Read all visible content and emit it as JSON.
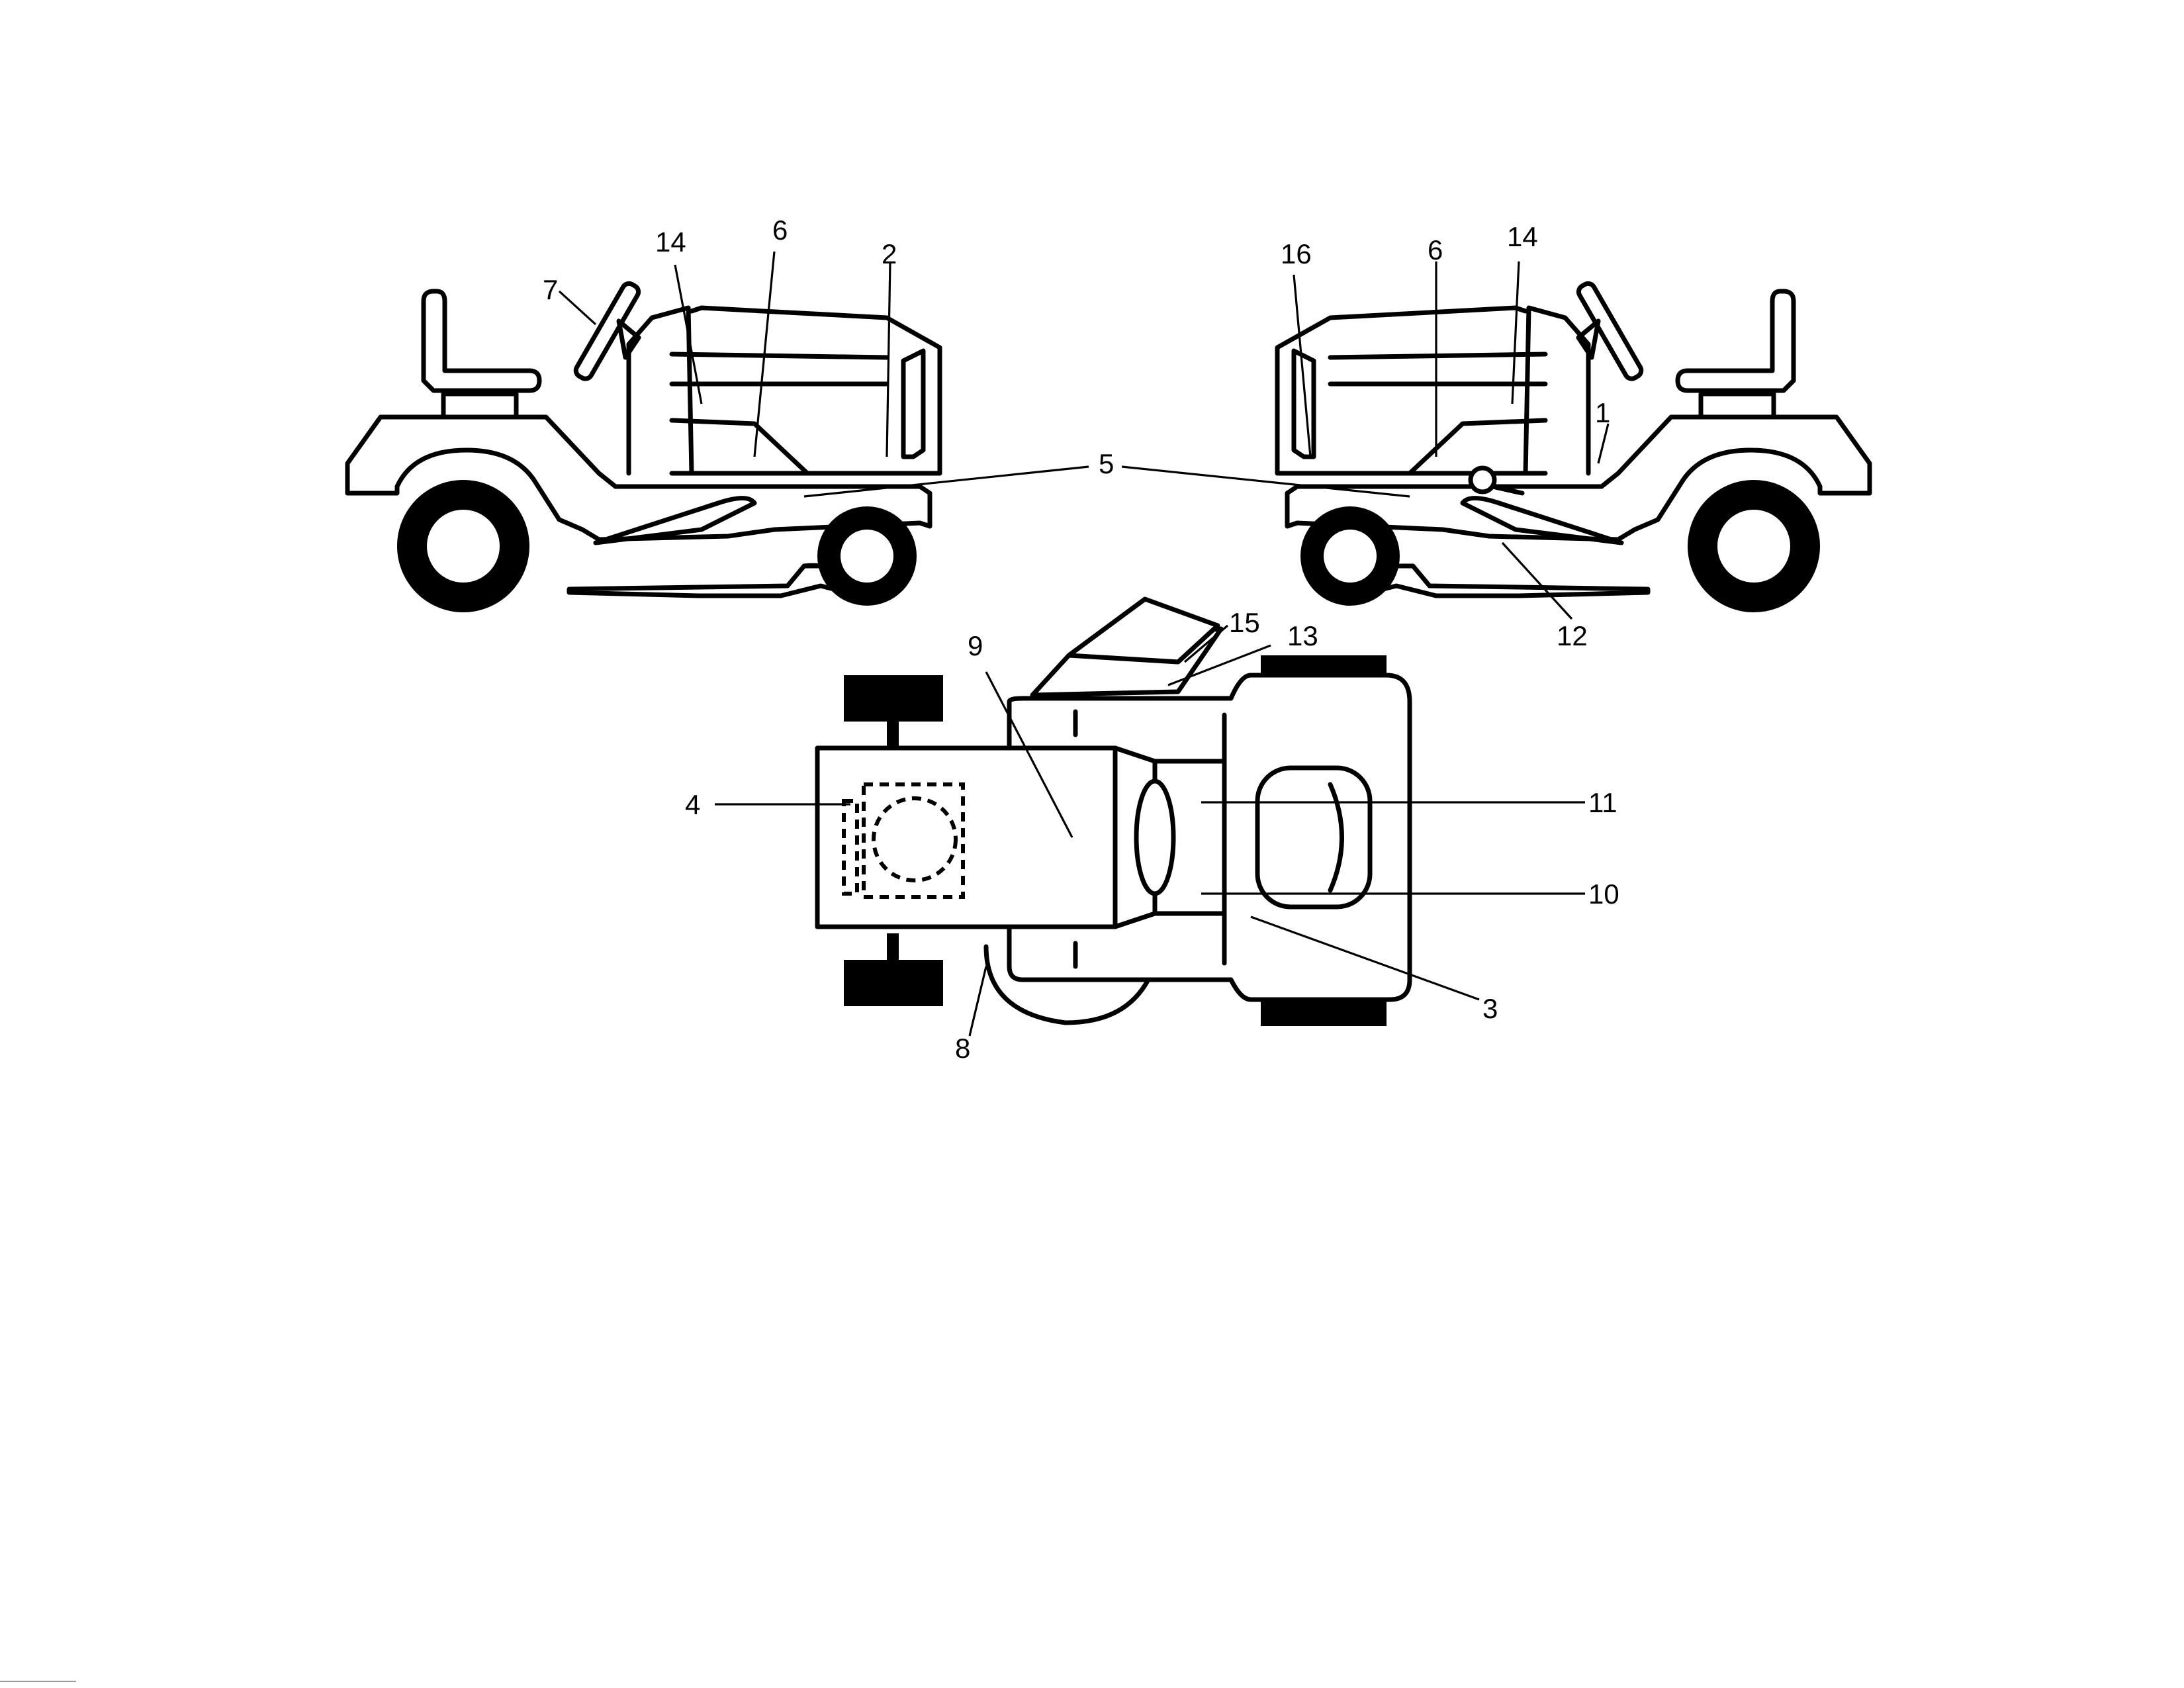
{
  "diagram": {
    "callouts": {
      "c1": "1",
      "c2": "2",
      "c3": "3",
      "c4": "4",
      "c5": "5",
      "c6_left": "6",
      "c6_right": "6",
      "c7": "7",
      "c8": "8",
      "c9": "9",
      "c10": "10",
      "c11": "11",
      "c12": "12",
      "c13": "13",
      "c14_left": "14",
      "c14_right": "14",
      "c15": "15",
      "c16": "16"
    }
  }
}
